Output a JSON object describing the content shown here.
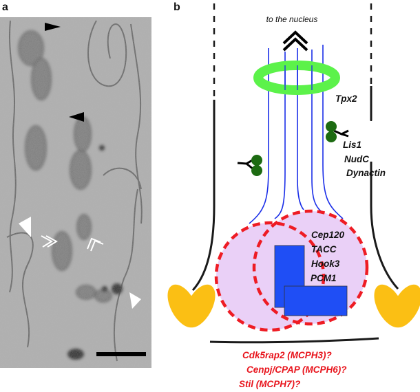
{
  "figure": {
    "panel_a": {
      "label": "a",
      "type": "electron micrograph (grayscale)",
      "annotations": {
        "black_arrowheads": 2,
        "white_arrowheads": 2,
        "white_double_chevrons": 2,
        "scale_bar": "black bar, bottom right (no value shown)"
      }
    },
    "panel_b": {
      "label": "b",
      "direction_label": "to the nucleus",
      "ring_label": "Tpx2",
      "motor_labels": [
        "Lis1",
        "NudC",
        "Dynactin"
      ],
      "centrosome_labels": [
        "Cep120",
        "TACC",
        "Hook3",
        "PCM1"
      ],
      "mcph_labels": [
        "Cdk5rap2 (MCPH3)?",
        "Cenpj/CPAP (MCPH6)?",
        "Stil (MCPH7)?"
      ],
      "colors": {
        "ring": "#5cf24a",
        "microtubules": "#1a2ee8",
        "dynein": "#1d6b12",
        "pericentriolar": "#ead0f7",
        "dashed_outline": "#ee1c24",
        "centrioles": "#1f4ef5",
        "junctions": "#fbbf14",
        "red_text": "#e8141c"
      }
    }
  }
}
